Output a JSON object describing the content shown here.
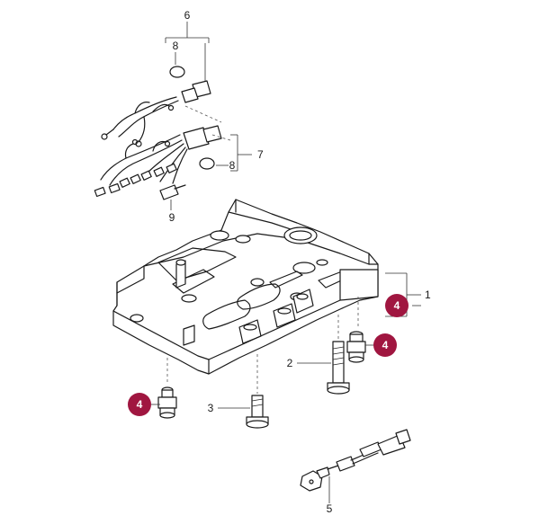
{
  "diagram": {
    "callouts": {
      "harness": "6",
      "oring_top": "8",
      "oring_side": "8",
      "connector": "7",
      "screw": "9",
      "plate": "1",
      "bolt_long": "2",
      "bolt_short": "3",
      "sensor": "5"
    },
    "badges": {
      "right_top": "4",
      "right_mid": "4",
      "left_low": "4"
    },
    "colors": {
      "badge": "#a01640",
      "line": "#1a1a1a"
    }
  }
}
